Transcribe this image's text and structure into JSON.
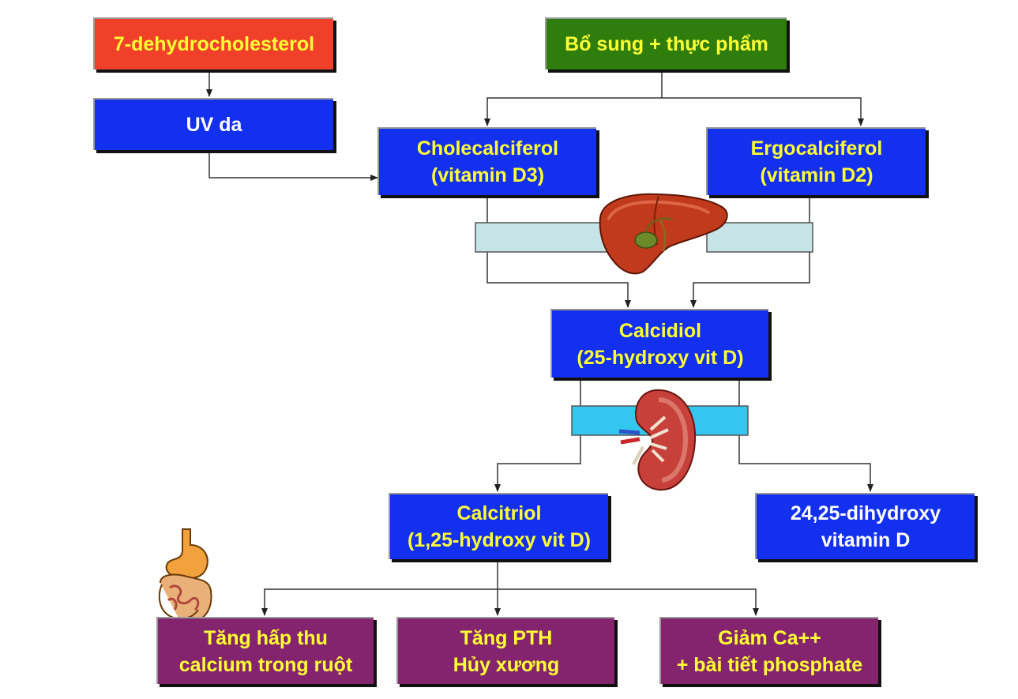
{
  "colors": {
    "blue_box": "#1230ee",
    "red_box": "#f0402a",
    "green_box": "#2e7d0d",
    "purple_box": "#84246f",
    "label_yellow": "#ffff33",
    "label_white": "#ffffff",
    "enzyme_bar_light": "#c6e4e6",
    "enzyme_bar_cyan": "#33c7f0"
  },
  "nodes": {
    "precursor": {
      "text": "7-dehydrocholesterol"
    },
    "supplement": {
      "text": "Bổ sung + thực phẩm"
    },
    "uv_skin": {
      "text": "UV da"
    },
    "d3": {
      "line1": "Cholecalciferol",
      "line2": "(vitamin D3)"
    },
    "d2": {
      "line1": "Ergocalciferol",
      "line2": "(vitamin D2)"
    },
    "calcidiol": {
      "line1": "Calcidiol",
      "line2": "(25-hydroxy vit D)"
    },
    "calcitriol": {
      "line1": "Calcitriol",
      "line2": "(1,25-hydroxy vit D)"
    },
    "dihydroxy": {
      "line1": "24,25-dihydroxy",
      "line2": "vitamin D"
    },
    "effect_gut": {
      "line1": "Tăng hấp thu",
      "line2": "calcium trong ruột"
    },
    "effect_pth": {
      "line1": "Tăng PTH",
      "line2": "Hủy xương"
    },
    "effect_phosphate": {
      "line1": "Giảm Ca++",
      "line2": "+ bài tiết phosphate"
    }
  },
  "icons": [
    "liver-icon",
    "kidney-icon",
    "intestine-icon"
  ]
}
